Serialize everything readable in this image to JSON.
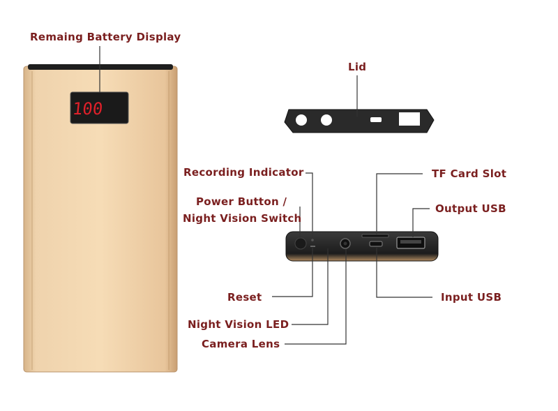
{
  "labels": {
    "remaining_battery_display": "Remaing Battery Display",
    "lid": "Lid",
    "recording_indicator": "Recording Indicator",
    "tf_card_slot": "TF Card Slot",
    "power_button_line1": "Power Button /",
    "power_button_line2": "Night Vision Switch",
    "output_usb": "Output USB",
    "reset": "Reset",
    "input_usb": "Input USB",
    "night_vision_led": "Night Vision LED",
    "camera_lens": "Camera Lens"
  },
  "display_readout": "100",
  "colors": {
    "label_text": "#7a1f1f",
    "body_gold": "#e8c9a0",
    "device_dark": "#2a2a2a",
    "display_red": "#e0202a",
    "leader_line": "#333333"
  }
}
